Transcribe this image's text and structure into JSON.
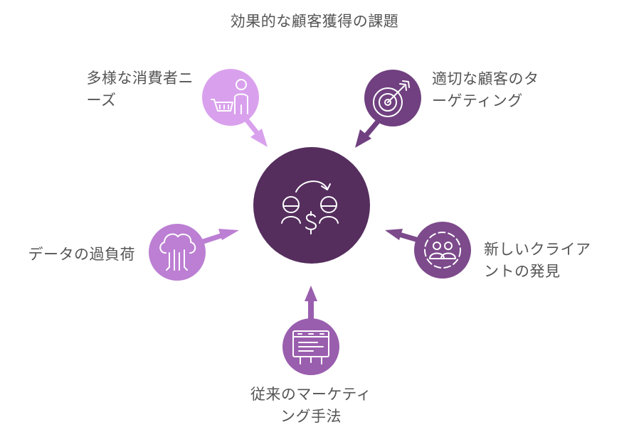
{
  "title": "効果的な顧客獲得の課題",
  "colors": {
    "center": "#552E5E",
    "diverse_needs": "#D9A1ED",
    "targeting": "#704080",
    "new_clients": "#7D4A8C",
    "traditional": "#9A5EAE",
    "data_overload": "#BC7FD3",
    "icon_stroke": "#ffffff"
  },
  "nodes": {
    "diverse_needs": {
      "line1": "多様な消費者ニ",
      "line2": "ーズ",
      "icon": "shopper-cart-icon"
    },
    "targeting": {
      "line1": "適切な顧客のタ",
      "line2": "ーゲティング",
      "icon": "target-arrow-icon"
    },
    "data_overload": {
      "line1": "データの過負荷",
      "icon": "cloud-data-icon"
    },
    "new_clients": {
      "line1": "新しいクライア",
      "line2": "ントの発見",
      "icon": "people-circle-icon"
    },
    "traditional": {
      "line1": "従来のマーケティ",
      "line2": "ング手法",
      "icon": "billboard-icon"
    },
    "center": {
      "icon": "money-exchange-icon"
    }
  }
}
